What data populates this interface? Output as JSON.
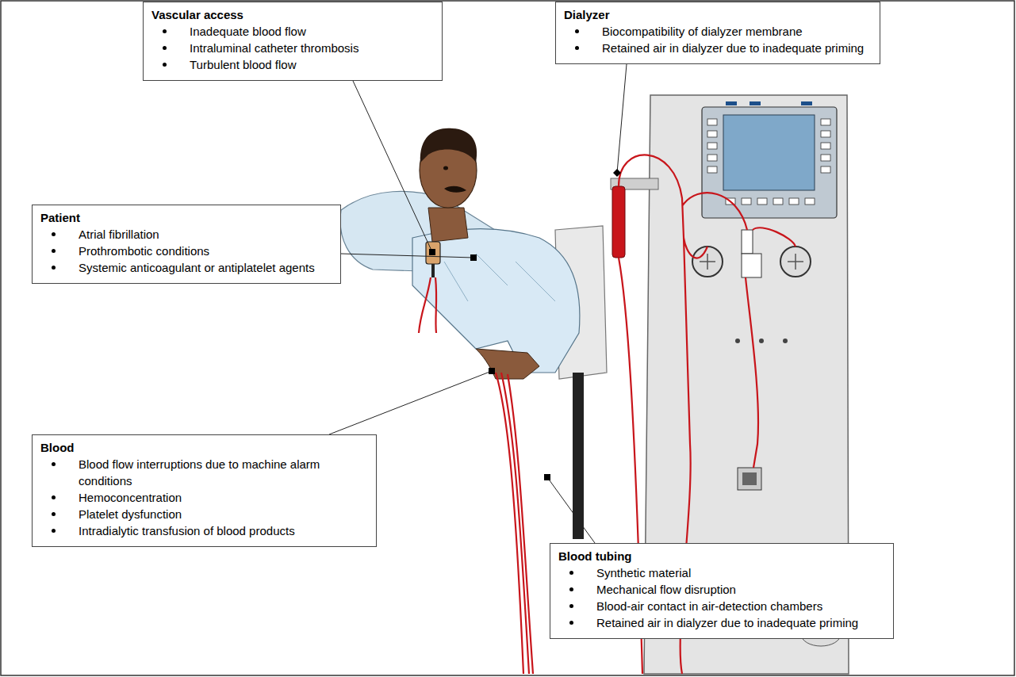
{
  "diagram": {
    "nodes": [
      {
        "text": [
          "Vascular access",
          "Inadequate blood flow",
          "Intraluminal catheter thrombosis",
          "Turbulent blood flow"
        ]
      },
      {
        "text": [
          "Dialyzer",
          "Biocompatibility of dialyzer membrane",
          "Retained air in dialyzer due to inadequate priming"
        ]
      },
      {
        "text": [
          "Patient",
          "Atrial fibrillation",
          "Prothrombotic conditions",
          "Systemic anticoagulant or antiplatelet agents"
        ]
      },
      {
        "text": [
          "Blood",
          "Blood flow interruptions due to machine alarm conditions",
          "Hemoconcentration",
          "Platelet dysfunction",
          "Intradialytic transfusion of blood products"
        ]
      },
      {
        "text": [
          "Blood tubing",
          "Synthetic material",
          "Mechanical flow disruption",
          "Blood-air contact in air-detection chambers",
          "Retained air in dialyzer due to inadequate priming"
        ]
      }
    ]
  }
}
